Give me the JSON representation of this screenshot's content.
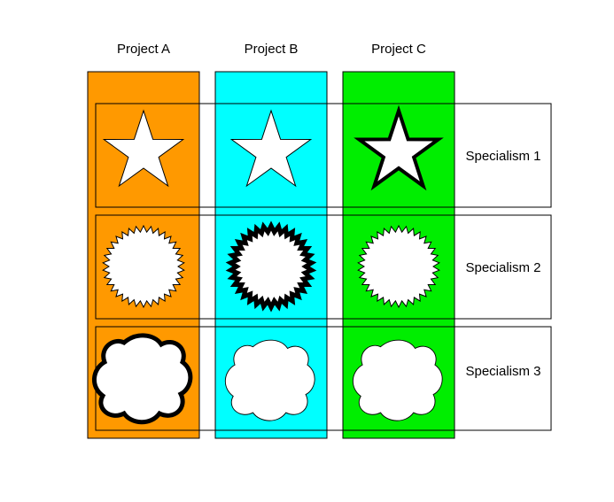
{
  "columns": [
    {
      "label": "Project A",
      "color": "#ff9900"
    },
    {
      "label": "Project B",
      "color": "#00ffff"
    },
    {
      "label": "Project C",
      "color": "#00ee00"
    }
  ],
  "rows": [
    {
      "label": "Specialism 1",
      "shape": "star-icon",
      "highlight_column": 2
    },
    {
      "label": "Specialism 2",
      "shape": "burst-icon",
      "highlight_column": 1
    },
    {
      "label": "Specialism 3",
      "shape": "cloud-icon",
      "highlight_column": 0
    }
  ]
}
